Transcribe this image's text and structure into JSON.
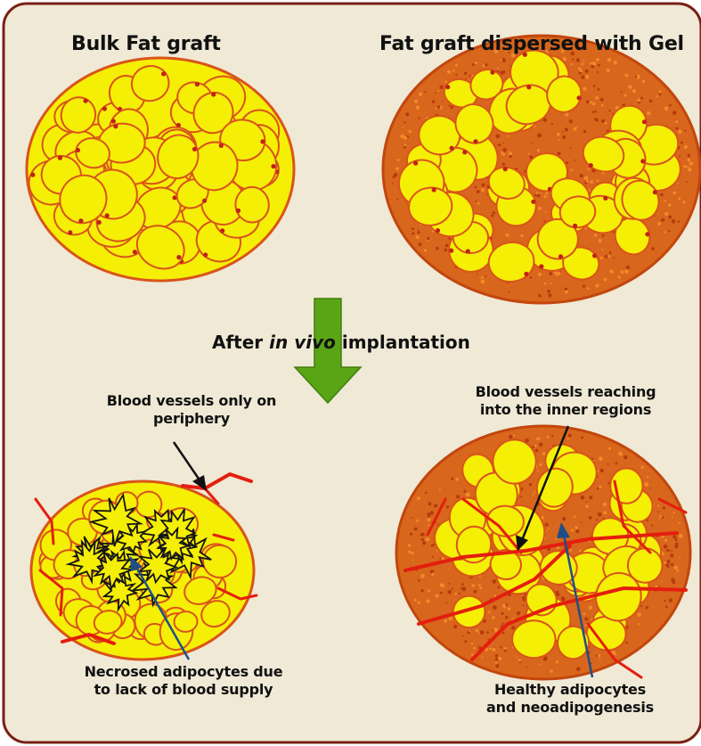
{
  "panels": {
    "top_left_title": "Bulk Fat graft",
    "top_right_title": "Fat graft dispersed with Gel"
  },
  "transition": {
    "label_before": "After ",
    "label_italic": "in vivo",
    "label_after": " implantation"
  },
  "annotations": {
    "periphery": "Blood vessels only on\nperiphery",
    "inner": "Blood vessels reaching\ninto the inner regions",
    "necrosed": "Necrosed adipocytes due\nto lack of blood supply",
    "healthy": "Healthy adipocytes\nand neoadipogenesis"
  },
  "colors": {
    "background": "#efe9d6",
    "border": "#7a2015",
    "cell_fill": "#f5ef06",
    "cell_stroke": "#d9541a",
    "gel": "#d8661c",
    "vessel": "#e41e0e",
    "arrow": "#5aa516",
    "necrosis": "#151515",
    "pointer_black": "#111111",
    "pointer_blue": "#1d4f86"
  }
}
